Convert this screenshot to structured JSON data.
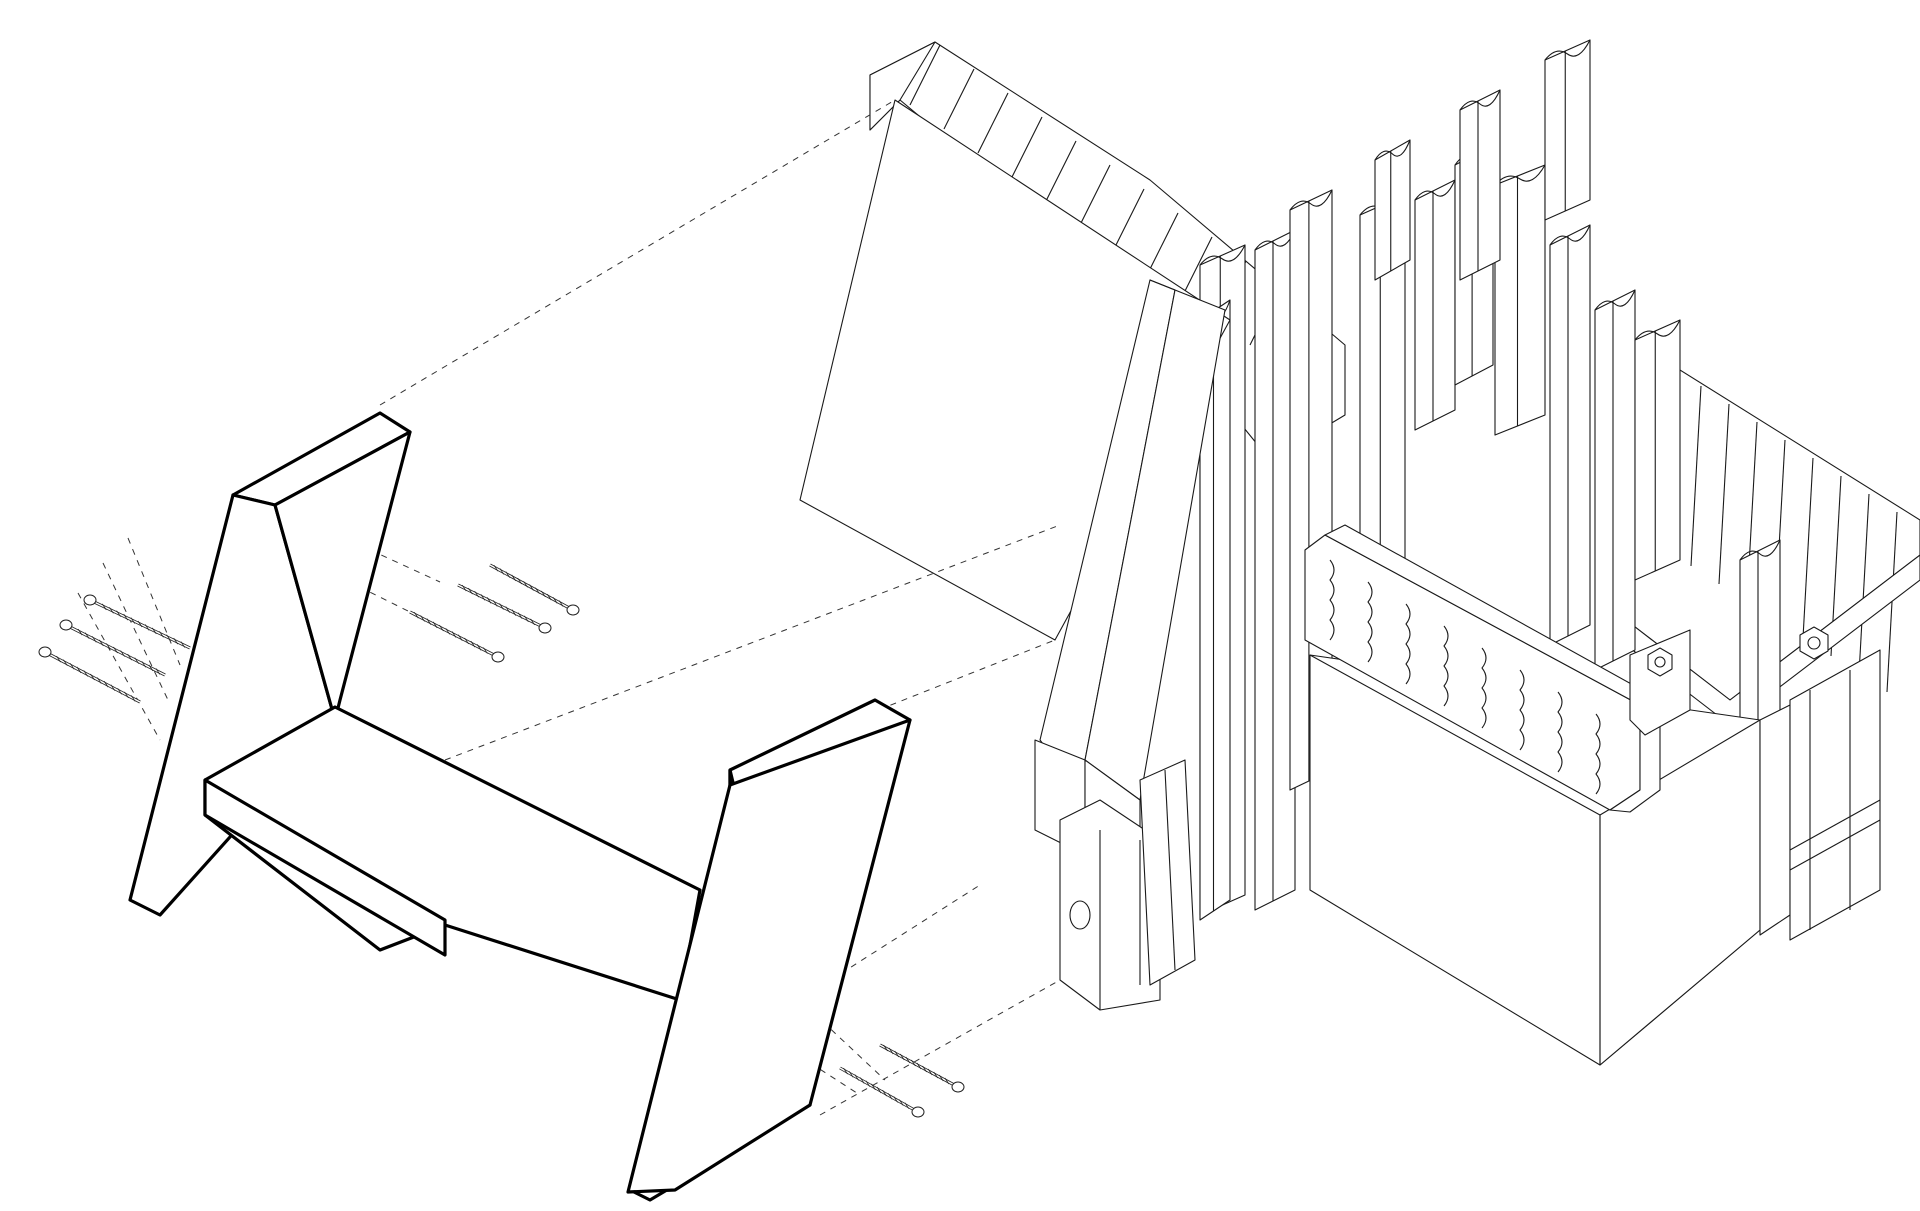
{
  "figure": {
    "caption": "",
    "components": [
      {
        "name": "shelf-bracket",
        "icon": "bracket-outline-icon"
      },
      {
        "name": "tilted-panel",
        "icon": "panel-icon"
      },
      {
        "name": "stacked-log-wall",
        "icon": "log-wall-icon"
      },
      {
        "name": "hex-bolt",
        "icon": "hex-bolt-icon"
      },
      {
        "name": "lag-screw",
        "icon": "screw-icon"
      }
    ],
    "screw_groups": [
      {
        "name": "left-screws",
        "count": 3
      },
      {
        "name": "center-screws",
        "count": 3
      },
      {
        "name": "bottom-screws",
        "count": 2
      }
    ],
    "colors": {
      "line": "#1a1a1a",
      "bold_line": "#000000",
      "background": "#ffffff"
    }
  }
}
